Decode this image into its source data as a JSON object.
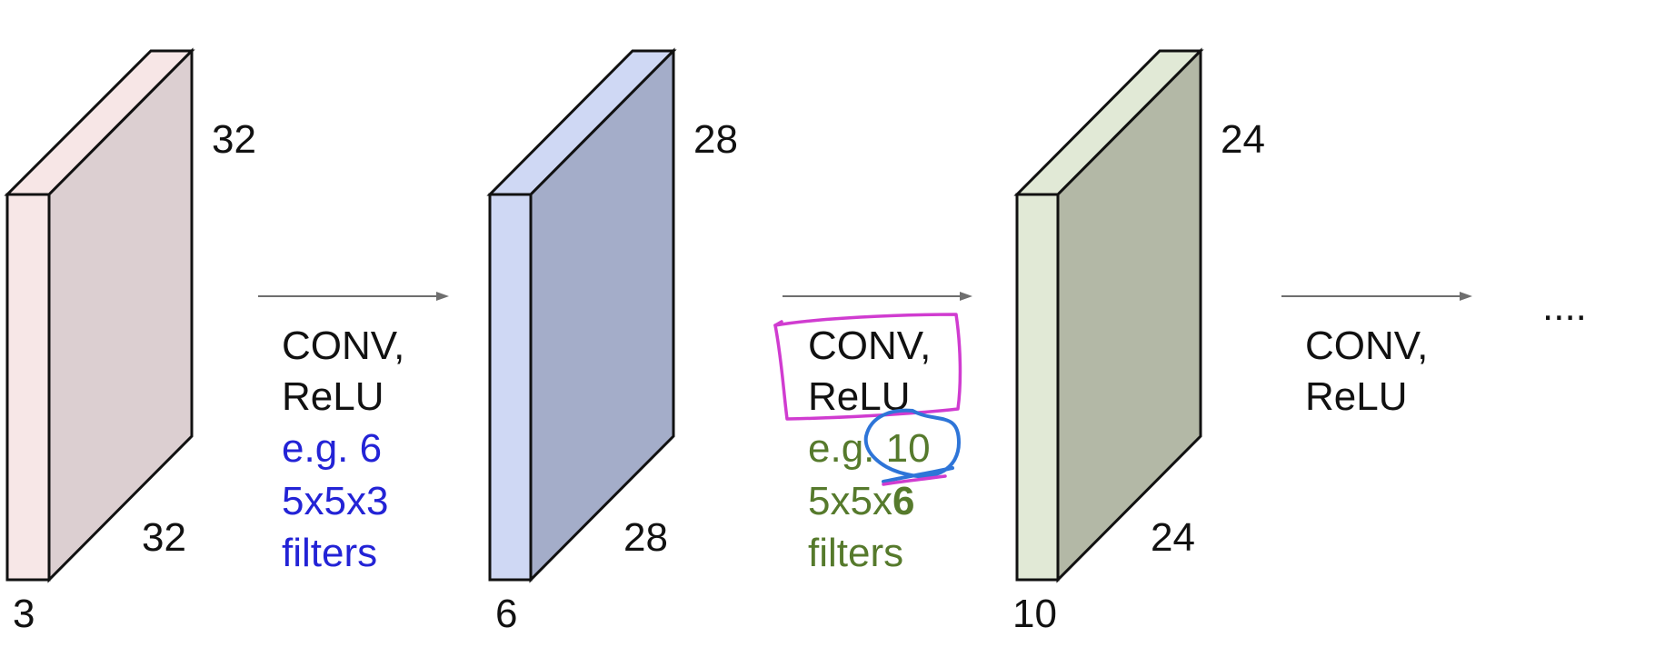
{
  "volumes": [
    {
      "height": "32",
      "width": "32",
      "depth": "3",
      "colors": {
        "front": "#f7e7e7",
        "side": "#dccfd1",
        "top": "#f7e6e6"
      }
    },
    {
      "height": "28",
      "width": "28",
      "depth": "6",
      "colors": {
        "front": "#cfd8f4",
        "side": "#a4adc9",
        "top": "#cfd8f4"
      }
    },
    {
      "height": "24",
      "width": "24",
      "depth": "10",
      "colors": {
        "front": "#e1e9d6",
        "side": "#b3b8a6",
        "top": "#e1e9d6"
      }
    }
  ],
  "layers": [
    {
      "op_line1": "CONV,",
      "op_line2": "ReLU",
      "eg": "e.g. 6",
      "shape": "5x5x3",
      "filters": "filters",
      "color": "#2323d6"
    },
    {
      "op_line1": "CONV,",
      "op_line2": "ReLU",
      "eg_prefix": "e.g. ",
      "eg_number": "10",
      "shape_prefix": "5x5x",
      "shape_emph": "6",
      "filters": "filters",
      "color": "#567a2c"
    },
    {
      "op_line1": "CONV,",
      "op_line2": "ReLU"
    }
  ],
  "ellipsis": "....",
  "annotation_colors": {
    "highlight_box": "#d03cd0",
    "circle": "#2e75d8"
  }
}
